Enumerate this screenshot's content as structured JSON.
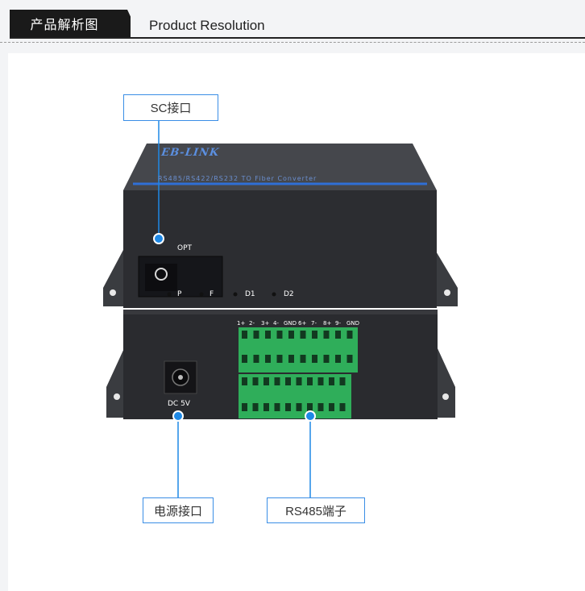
{
  "header": {
    "tab_label": "产品解析图",
    "title": "Product Resolution"
  },
  "device": {
    "brand": "EB-LINK",
    "model_text": "RS485/RS422/RS232 TO Fiber Converter",
    "opt_label": "OPT",
    "led_labels": [
      "P",
      "F",
      "D1",
      "D2"
    ],
    "power_label": "DC 5V",
    "terminal_labels": [
      "1+",
      "2-",
      "3+",
      "4-",
      "GND",
      "6+",
      "7-",
      "8+",
      "9-",
      "GND"
    ]
  },
  "callouts": {
    "sc": "SC接口",
    "power": "电源接口",
    "rs485": "RS485端子"
  },
  "colors": {
    "accent": "#1e88e5",
    "terminal_green": "#2fae5a"
  }
}
